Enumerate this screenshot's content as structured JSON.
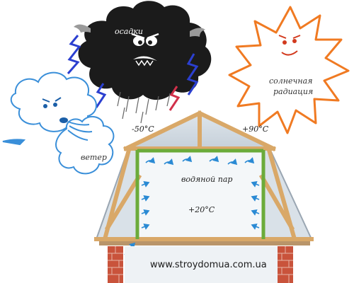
{
  "labels": {
    "precipitation": "осадки",
    "solar_radiation_line1": "солнечная",
    "solar_radiation_line2": "радиация",
    "wind": "ветер",
    "water_vapor": "водяной пар",
    "temp_cold": "-50°C",
    "temp_hot": "+90°C",
    "temp_inside": "+20°C",
    "website": "www.stroydomua.com.ua"
  },
  "colors": {
    "storm_cloud": "#1b1b1b",
    "lightning": "#2b3fd0",
    "lightning_accent": "#d1304a",
    "sun": "#f07a22",
    "wind_cloud": "#3a8fd9",
    "rafters": "#d9a868",
    "inner_frame": "#6bab3a",
    "roof_edge": "#9aa6b2",
    "vapor_arrows": "#2a8ad4",
    "brick": "#c9533b"
  }
}
